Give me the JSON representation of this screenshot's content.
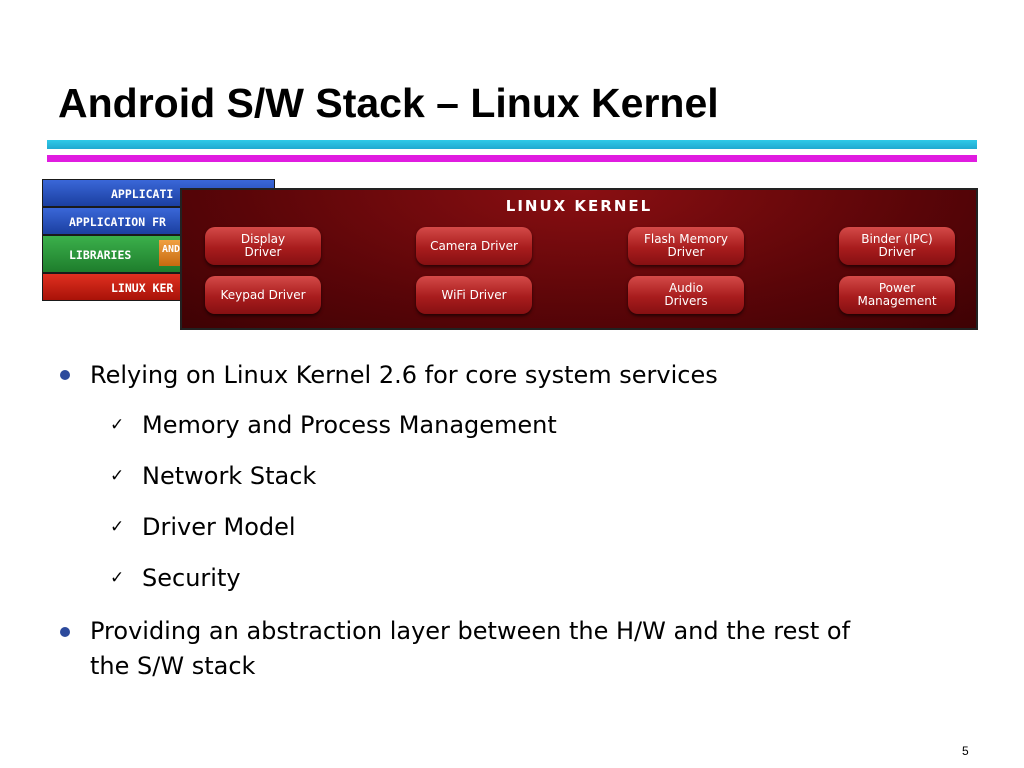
{
  "slide": {
    "title": "Android S/W Stack – Linux Kernel",
    "page_number": "5"
  },
  "stack_diagram": {
    "layers": [
      {
        "label": "APPLICATI"
      },
      {
        "label": "APPLICATION FR"
      },
      {
        "label": "LIBRARIES",
        "overlay": "AND"
      },
      {
        "label": "LINUX KER"
      }
    ]
  },
  "kernel_diagram": {
    "title": "LINUX KERNEL",
    "drivers": [
      "Display\nDriver",
      "Camera Driver",
      "Flash Memory\nDriver",
      "Binder (IPC)\nDriver",
      "Keypad Driver",
      "WiFi Driver",
      "Audio\nDrivers",
      "Power\nManagement"
    ]
  },
  "bullets": [
    {
      "text": "Relying on Linux Kernel 2.6 for core system services"
    },
    {
      "text": "Memory and Process Management"
    },
    {
      "text": "Network Stack"
    },
    {
      "text": "Driver Model"
    },
    {
      "text": "Security"
    },
    {
      "text": "Providing an abstraction layer between the H/W and the rest of"
    },
    {
      "text": "the S/W stack"
    }
  ],
  "colors": {
    "bullet": "#2c4a9c",
    "rule_top": "#2fc9e8",
    "rule_bottom": "#e01ce0",
    "kernel_bg": "#5a0508"
  }
}
